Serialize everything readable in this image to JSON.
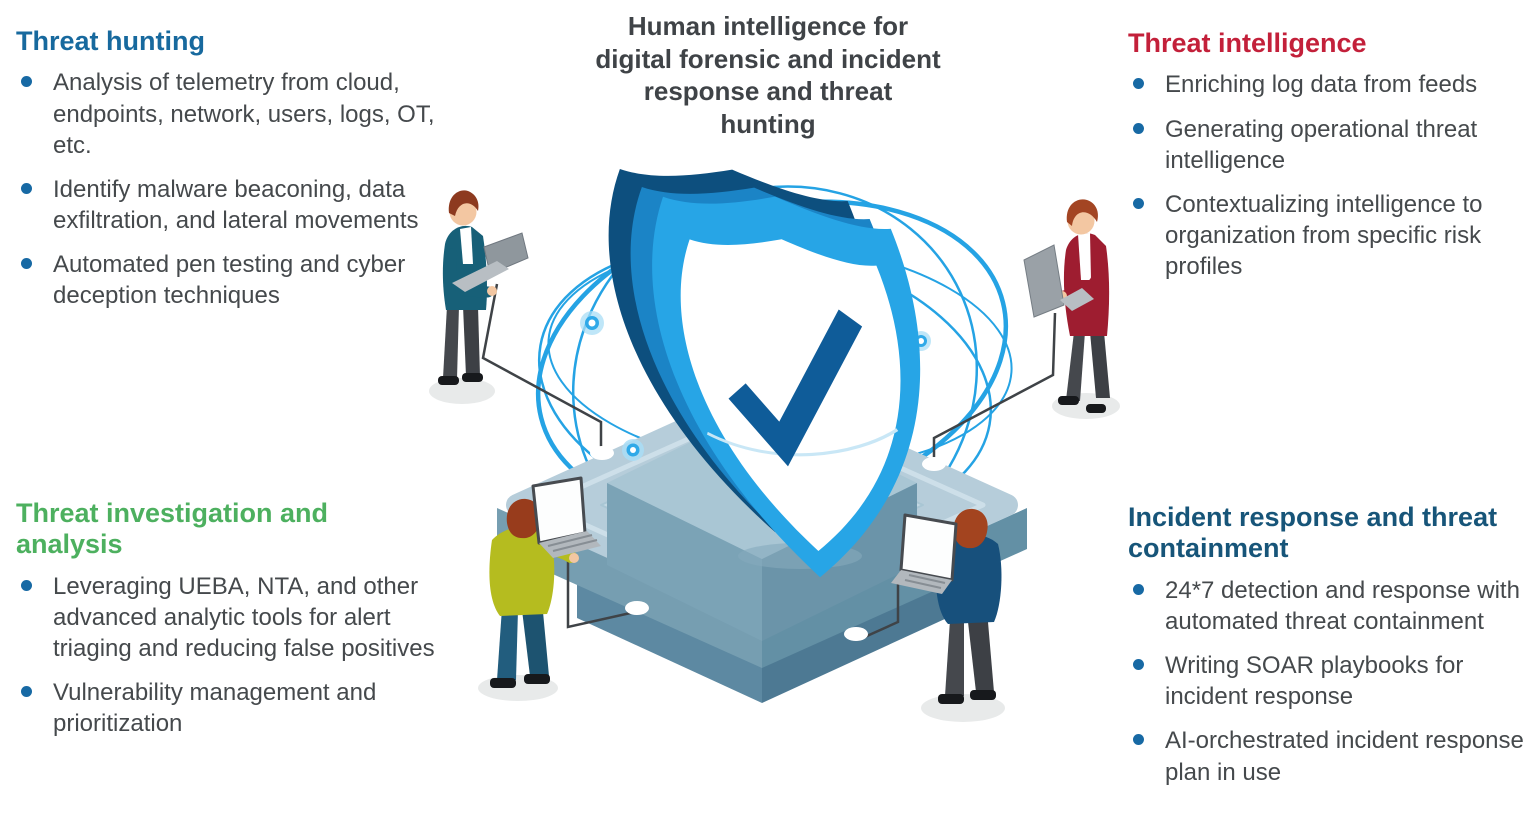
{
  "center_title": {
    "text": "Human intelligence for digital forensic and incident response  and threat hunting",
    "lines": [
      "Human intelligence for",
      "digital forensic and incident",
      "response  and threat",
      "hunting"
    ]
  },
  "sections": [
    {
      "id": "threat-hunting",
      "title": "Threat hunting",
      "title_color": "#17699E",
      "bullets": [
        "Analysis of telemetry from cloud, endpoints, network, users, logs, OT, etc.",
        "Identify malware beaconing, data exfiltration, and lateral movements",
        "Automated pen testing and cyber deception techniques"
      ]
    },
    {
      "id": "threat-intelligence",
      "title": "Threat intelligence",
      "title_color": "#C3203A",
      "bullets": [
        "Enriching log data from feeds",
        "Generating operational threat intelligence",
        "Contextualizing intelligence to organization from specific risk profiles"
      ]
    },
    {
      "id": "threat-investigation-and-analysis",
      "title": "Threat investigation and analysis",
      "title_color": "#4DB05F",
      "bullets": [
        "Leveraging UEBA, NTA, and other advanced analytic tools for alert triaging and reducing false positives",
        "Vulnerability management and prioritization"
      ]
    },
    {
      "id": "incident-response-and-threat-containment",
      "title": "Incident response and threat containment",
      "title_color": "#175579",
      "bullets": [
        "24*7 detection and response with automated threat containment",
        "Writing SOAR playbooks for incident response",
        "AI-orchestrated incident response plan in use"
      ]
    }
  ],
  "colors": {
    "bullet_dot": "#1769A4",
    "body_text": "#45494C",
    "center_title_text": "#3F4347",
    "orbit_blue": "#25A3E4",
    "shield_front": "#27A5E6",
    "shield_side_dark": "#0D4F7E",
    "shield_check": "#0F5C99",
    "platform_top": "#B6CDDA",
    "platform_side": "#6390A5"
  },
  "illustration": {
    "shield_icon": "shield-check-icon",
    "analyst_count": 4
  }
}
